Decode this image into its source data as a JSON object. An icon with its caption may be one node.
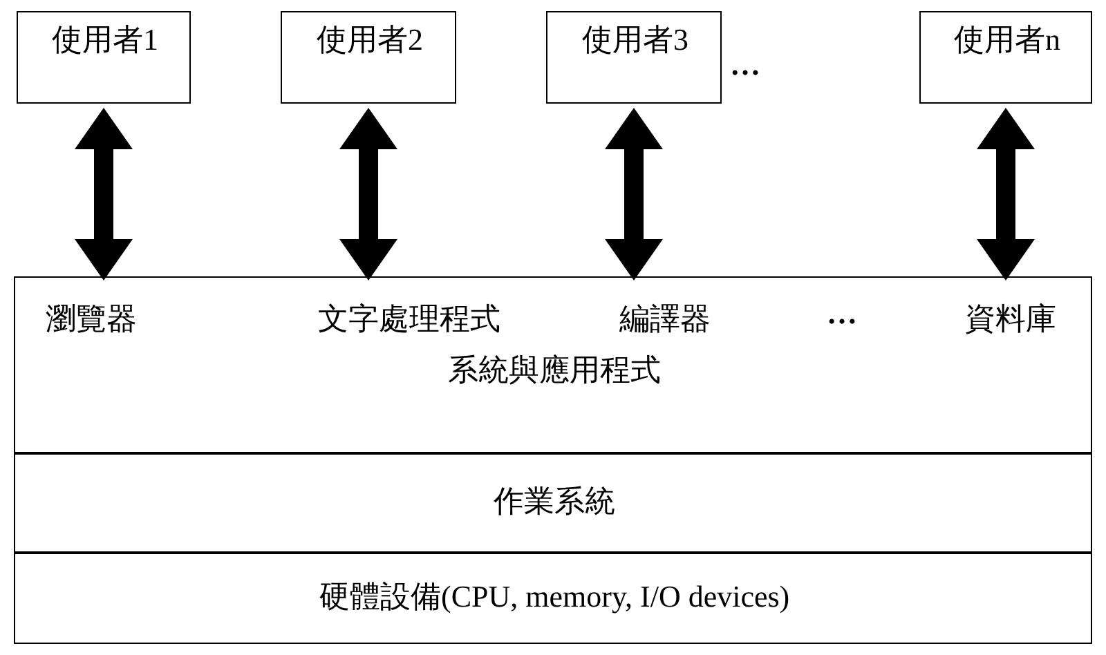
{
  "diagram": {
    "nodes": [
      {
        "text": [
          "使用者1"
        ]
      },
      {
        "text": [
          "使用者2"
        ]
      },
      {
        "text": [
          "使用者3"
        ]
      },
      {
        "text": [
          "使用者n"
        ]
      },
      {
        "text": [
          "系統與應用程式"
        ]
      },
      {
        "text": [
          "瀏覽器"
        ],
        "in": 4
      },
      {
        "text": [
          "文字處理程式"
        ],
        "in": 4
      },
      {
        "text": [
          "編譯器"
        ],
        "in": 4
      },
      {
        "text": [
          "資料庫"
        ],
        "in": 4
      },
      {
        "text": [
          "作業系統"
        ]
      },
      {
        "text": [
          "硬體設備(CPU, memory, I/O devices)"
        ]
      }
    ],
    "edges": [
      {
        "from": 0,
        "to": 5,
        "arrow": "both"
      },
      {
        "from": 1,
        "to": 6,
        "arrow": "both"
      },
      {
        "from": 2,
        "to": 7,
        "arrow": "both"
      },
      {
        "from": 3,
        "to": 8,
        "arrow": "both"
      }
    ],
    "labels": [
      "…",
      "…"
    ]
  }
}
